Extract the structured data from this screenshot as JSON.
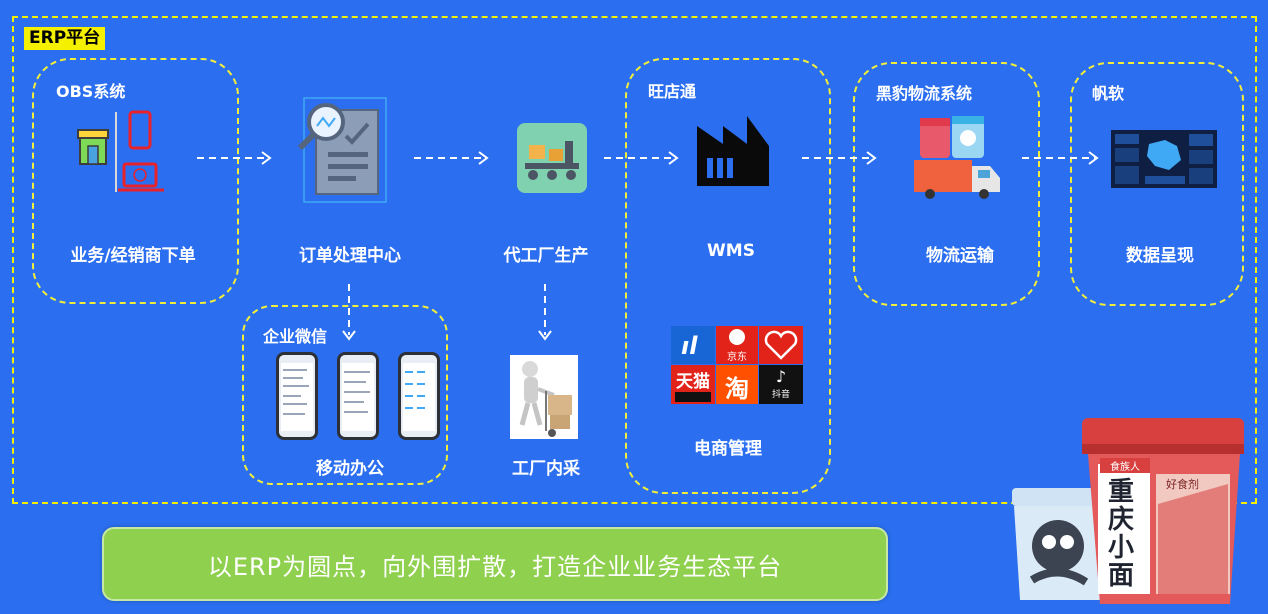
{
  "platform": {
    "label": "ERP平台"
  },
  "groups": {
    "obs": "OBS系统",
    "wechat": "企业微信",
    "wangdian": "旺店通",
    "logistics": "黑豹物流系统",
    "fanruan": "帆软"
  },
  "steps": {
    "order_entry": "业务/经销商下单",
    "order_center": "订单处理中心",
    "oem_production": "代工厂生产",
    "wms": "WMS",
    "transport": "物流运输",
    "data_display": "数据呈现",
    "mobile_office": "移动办公",
    "factory_purchase": "工厂内采",
    "ecommerce": "电商管理"
  },
  "platforms": {
    "jd": "京东",
    "tmall": "天猫",
    "taobao": "淘",
    "douyin": "抖音"
  },
  "product": {
    "brand": "食族人",
    "name": "重庆小面",
    "tag": "好食剂"
  },
  "banner": {
    "text": "以ERP为圆点，向外围扩散，打造企业业务生态平台"
  },
  "colors": {
    "background": "#2b6ff0",
    "dash": "#f3ee3a",
    "banner": "#8fd04e"
  }
}
